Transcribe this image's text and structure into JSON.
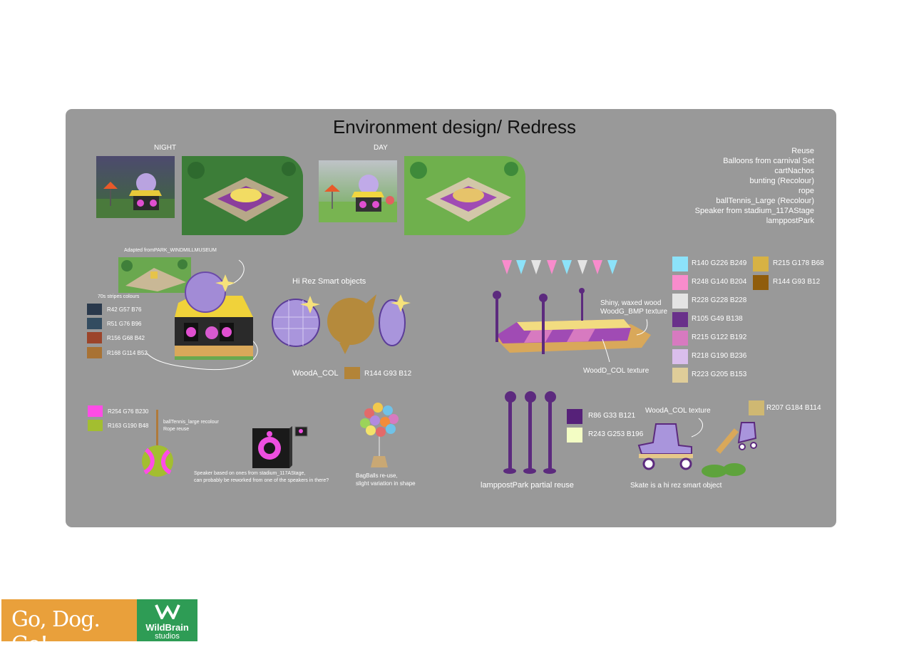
{
  "title": "Environment design/ Redress",
  "night_label": "NIGHT",
  "day_label": "DAY",
  "reuse_list": [
    "Reuse",
    "Balloons from carnival Set",
    "cartNachos",
    "bunting (Recolour)",
    "rope",
    "ballTennis_Large (Recolour)",
    "Speaker from stadium_117AStage",
    "lamppostPark"
  ],
  "adapted_from": "Adapted fromPARK_WINDMILLMUSEUM",
  "stripes_heading": "70s stripes colours",
  "stripes": [
    {
      "label": "R42 G57 B76",
      "color": "#2a394c"
    },
    {
      "label": "R51 G76 B96",
      "color": "#334c60"
    },
    {
      "label": "R156 G68 B42",
      "color": "#9c442a"
    },
    {
      "label": "R168 G114 B52",
      "color": "#a87234"
    }
  ],
  "hi_rez_label": "Hi Rez Smart objects",
  "wooda_col": "WoodA_COL",
  "wooda_swatch": {
    "label": "R144 G93 B12",
    "color": "#b38438"
  },
  "shiny_wood": [
    "Shiny, waxed wood",
    "WoodG_BMP texture"
  ],
  "woodd_col": "WoodD_COL texture",
  "palette": [
    {
      "label": "R140 G226 B249",
      "color": "#8ce2f9"
    },
    {
      "label": "R248 G140 B204",
      "color": "#f88ccc"
    },
    {
      "label": "R228 G228 B228",
      "color": "#e4e4e4"
    },
    {
      "label": "R105 G49 B138",
      "color": "#69318a"
    },
    {
      "label": "R215 G122 B192",
      "color": "#d77ac0"
    },
    {
      "label": "R218 G190 B236",
      "color": "#dabeec"
    },
    {
      "label": "R223 G205 B153",
      "color": "#dfcd99"
    }
  ],
  "palette_right": [
    {
      "label": "R215 G178 B68",
      "color": "#d7b244"
    },
    {
      "label": "R144 G93 B12",
      "color": "#905d0c"
    }
  ],
  "ball_swatches": [
    {
      "label": "R254 G76 B230",
      "color": "#fe4ce6"
    },
    {
      "label": "R163 G190 B48",
      "color": "#a3be30"
    }
  ],
  "ball_note": [
    "ballTennis_large recolour",
    "Rope reuse"
  ],
  "speaker_note": [
    "Speaker based on ones from stadium_117AStage,",
    "can probably be reworked from one of the speakers in there?"
  ],
  "balloons_note": [
    "BagBalls re-use,",
    "slight variation in shape"
  ],
  "lamp_swatches": [
    {
      "label": "R86 G33 B121",
      "color": "#562179"
    },
    {
      "label": "R243 G253 B196",
      "color": "#f3fdc4"
    }
  ],
  "lamppost_label": "lamppostPark partial reuse",
  "skate_texture": "WoodA_COL texture",
  "skate_swatch": {
    "label": "R207 G184 B114",
    "color": "#cfb872"
  },
  "skate_label": "Skate is a hi rez smart object",
  "logo_left": "Go, Dog. Go!",
  "logo_right_1": "WildBrain",
  "logo_right_2": "studios"
}
